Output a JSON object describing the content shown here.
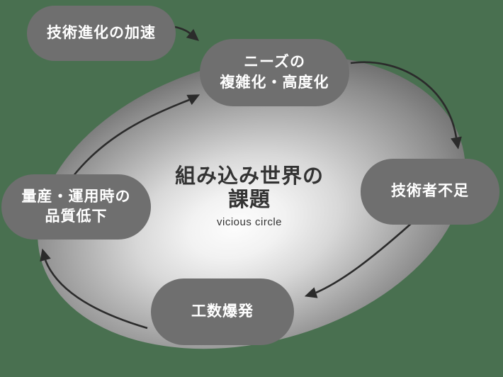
{
  "colors": {
    "background": "#497050",
    "node_fill": "#6f6f6f",
    "node_text": "#ffffff",
    "arrow": "#2b2b2b",
    "center_text": "#333333",
    "ellipse_center": "#fdfdfd",
    "ellipse_edge": "#5a5a5a"
  },
  "center": {
    "title_line1": "組み込み世界の",
    "title_line2": "課題",
    "subtitle": "vicious circle"
  },
  "nodes": {
    "tech_evolution": {
      "label": "技術進化の加速"
    },
    "needs": {
      "line1": "ニーズの",
      "line2": "複雑化・高度化"
    },
    "engineer_shortage": {
      "label": "技術者不足"
    },
    "manhour_explosion": {
      "label": "工数爆発"
    },
    "quality_decline": {
      "line1": "量産・運用時の",
      "line2": "品質低下"
    }
  }
}
